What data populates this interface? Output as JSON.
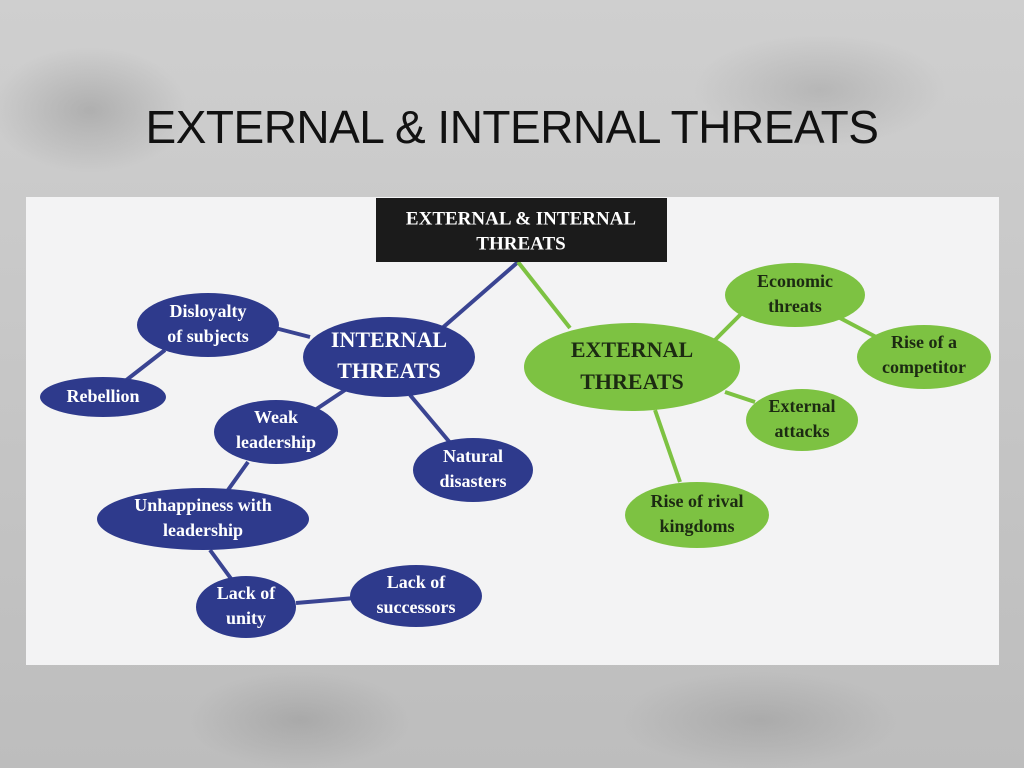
{
  "slide": {
    "title": "EXTERNAL & INTERNAL THREATS"
  },
  "colors": {
    "internal": "#2e3a8c",
    "external": "#7dc242",
    "root": "#1b1b1b",
    "line_internal": "#3a4492",
    "line_external": "#7dc242"
  },
  "diagram": {
    "root": {
      "line1": "EXTERNAL & INTERNAL",
      "line2": "THREATS"
    },
    "internal": {
      "line1": "INTERNAL",
      "line2": "THREATS"
    },
    "external": {
      "line1": "EXTERNAL",
      "line2": "THREATS"
    },
    "disloyalty": {
      "line1": "Disloyalty",
      "line2": "of subjects"
    },
    "rebellion": {
      "line1": "Rebellion"
    },
    "weak": {
      "line1": "Weak",
      "line2": "leadership"
    },
    "natural": {
      "line1": "Natural",
      "line2": "disasters"
    },
    "unhappiness": {
      "line1": "Unhappiness with",
      "line2": "leadership"
    },
    "unity": {
      "line1": "Lack of",
      "line2": "unity"
    },
    "successors": {
      "line1": "Lack of",
      "line2": "successors"
    },
    "economic": {
      "line1": "Economic",
      "line2": "threats"
    },
    "competitor": {
      "line1": "Rise of a",
      "line2": "competitor"
    },
    "attacks": {
      "line1": "External",
      "line2": "attacks"
    },
    "rival": {
      "line1": "Rise of rival",
      "line2": "kingdoms"
    }
  }
}
